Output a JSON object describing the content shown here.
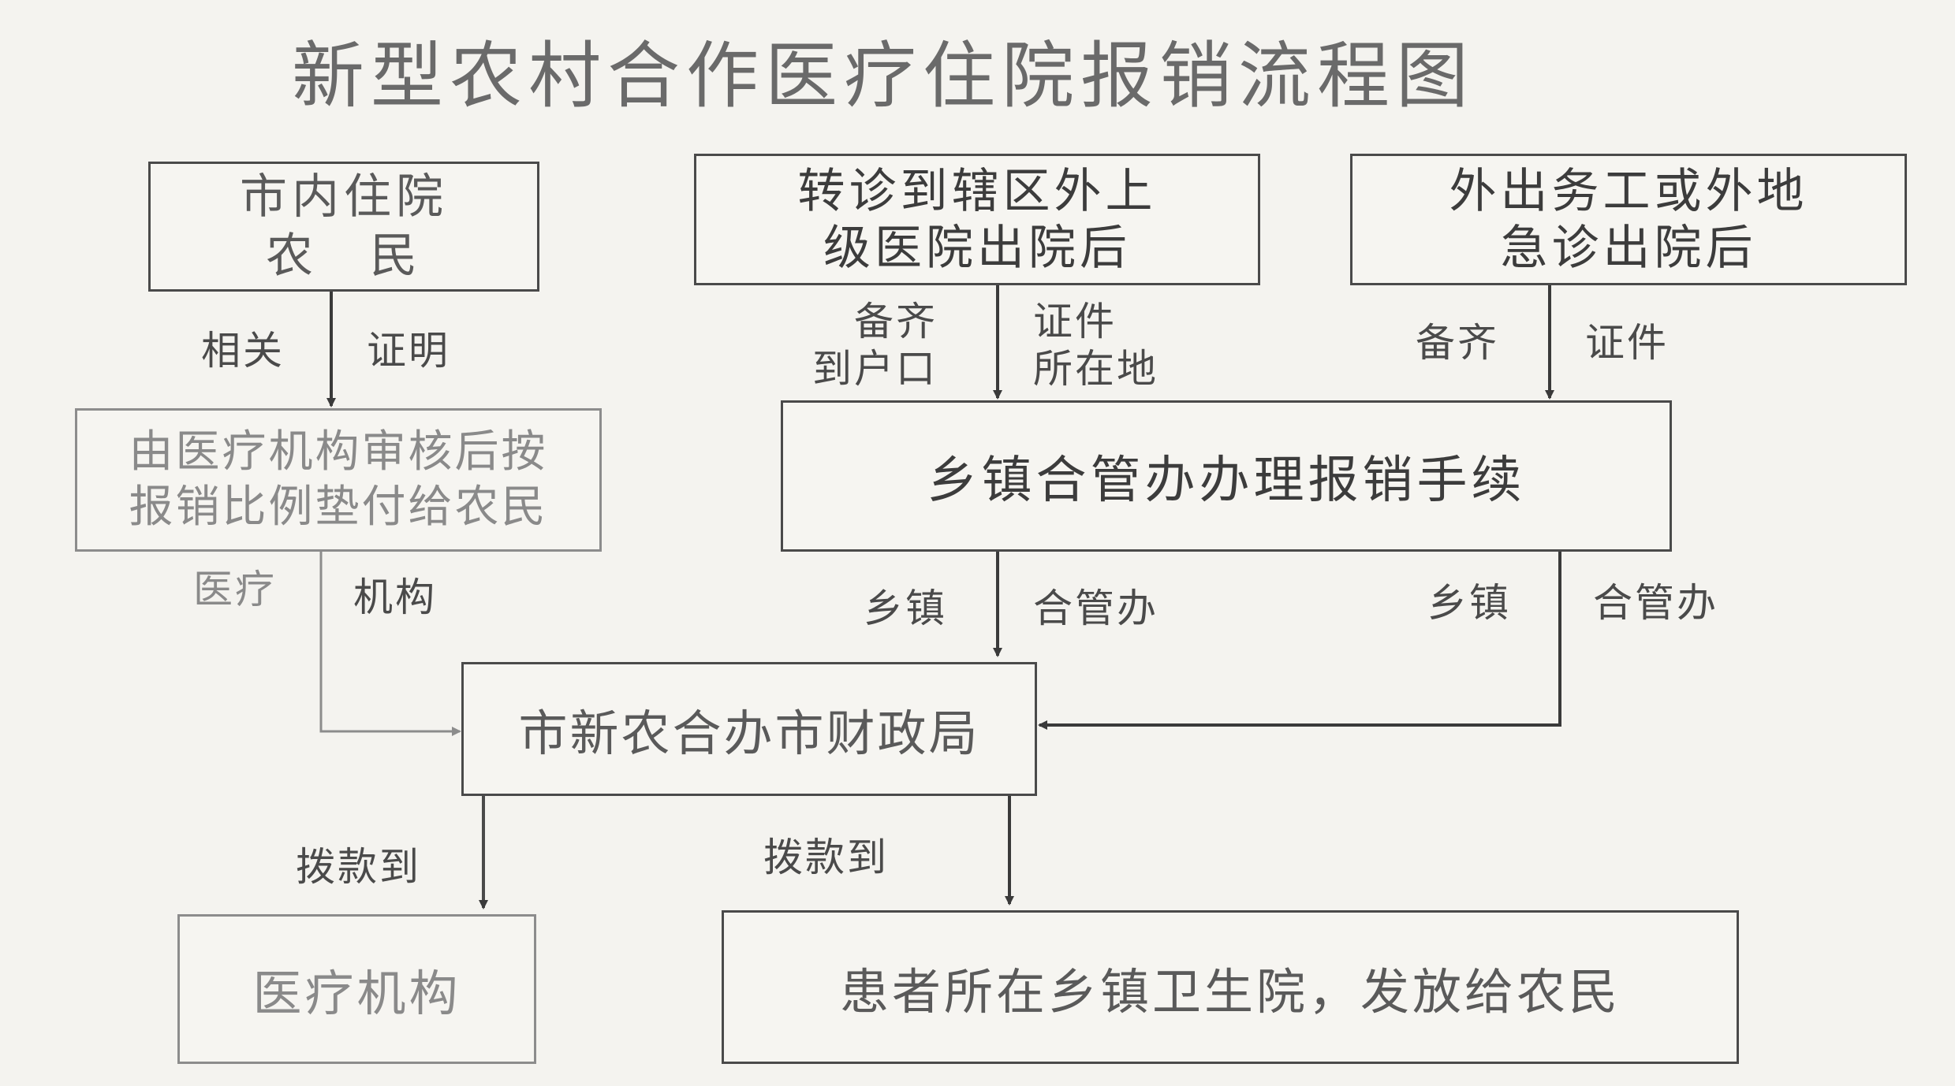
{
  "title": "新型农村合作医疗住院报销流程图",
  "nodes": {
    "city_farmer": "市内住院\n农　民",
    "transfer": "转诊到辖区外上\n级医院出院后",
    "migrant": "外出务工或外地\n急诊出院后",
    "advance_pay": "由医疗机构审核后按\n报销比例垫付给农民",
    "township_office": "乡镇合管办办理报销手续",
    "city_office": "市新农合办市财政局",
    "medical_institution": "医疗机构",
    "township_hospital": "患者所在乡镇卫生院，发放给农民"
  },
  "edge_labels": {
    "related": "相关",
    "proof": "证明",
    "prepare_a": "备齐\n到户口",
    "docs_a": "证件\n所在地",
    "prepare_b": "备齐",
    "docs_b": "证件",
    "medical": "医疗",
    "institution": "机构",
    "town_a": "乡镇",
    "office_a": "合管办",
    "town_b": "乡镇",
    "office_b": "合管办",
    "allocate_a": "拨款到",
    "allocate_b": "拨款到"
  },
  "colors": {
    "line": "#3a3a3a",
    "faint_line": "#8c8c8c",
    "background": "#f4f3ef"
  }
}
